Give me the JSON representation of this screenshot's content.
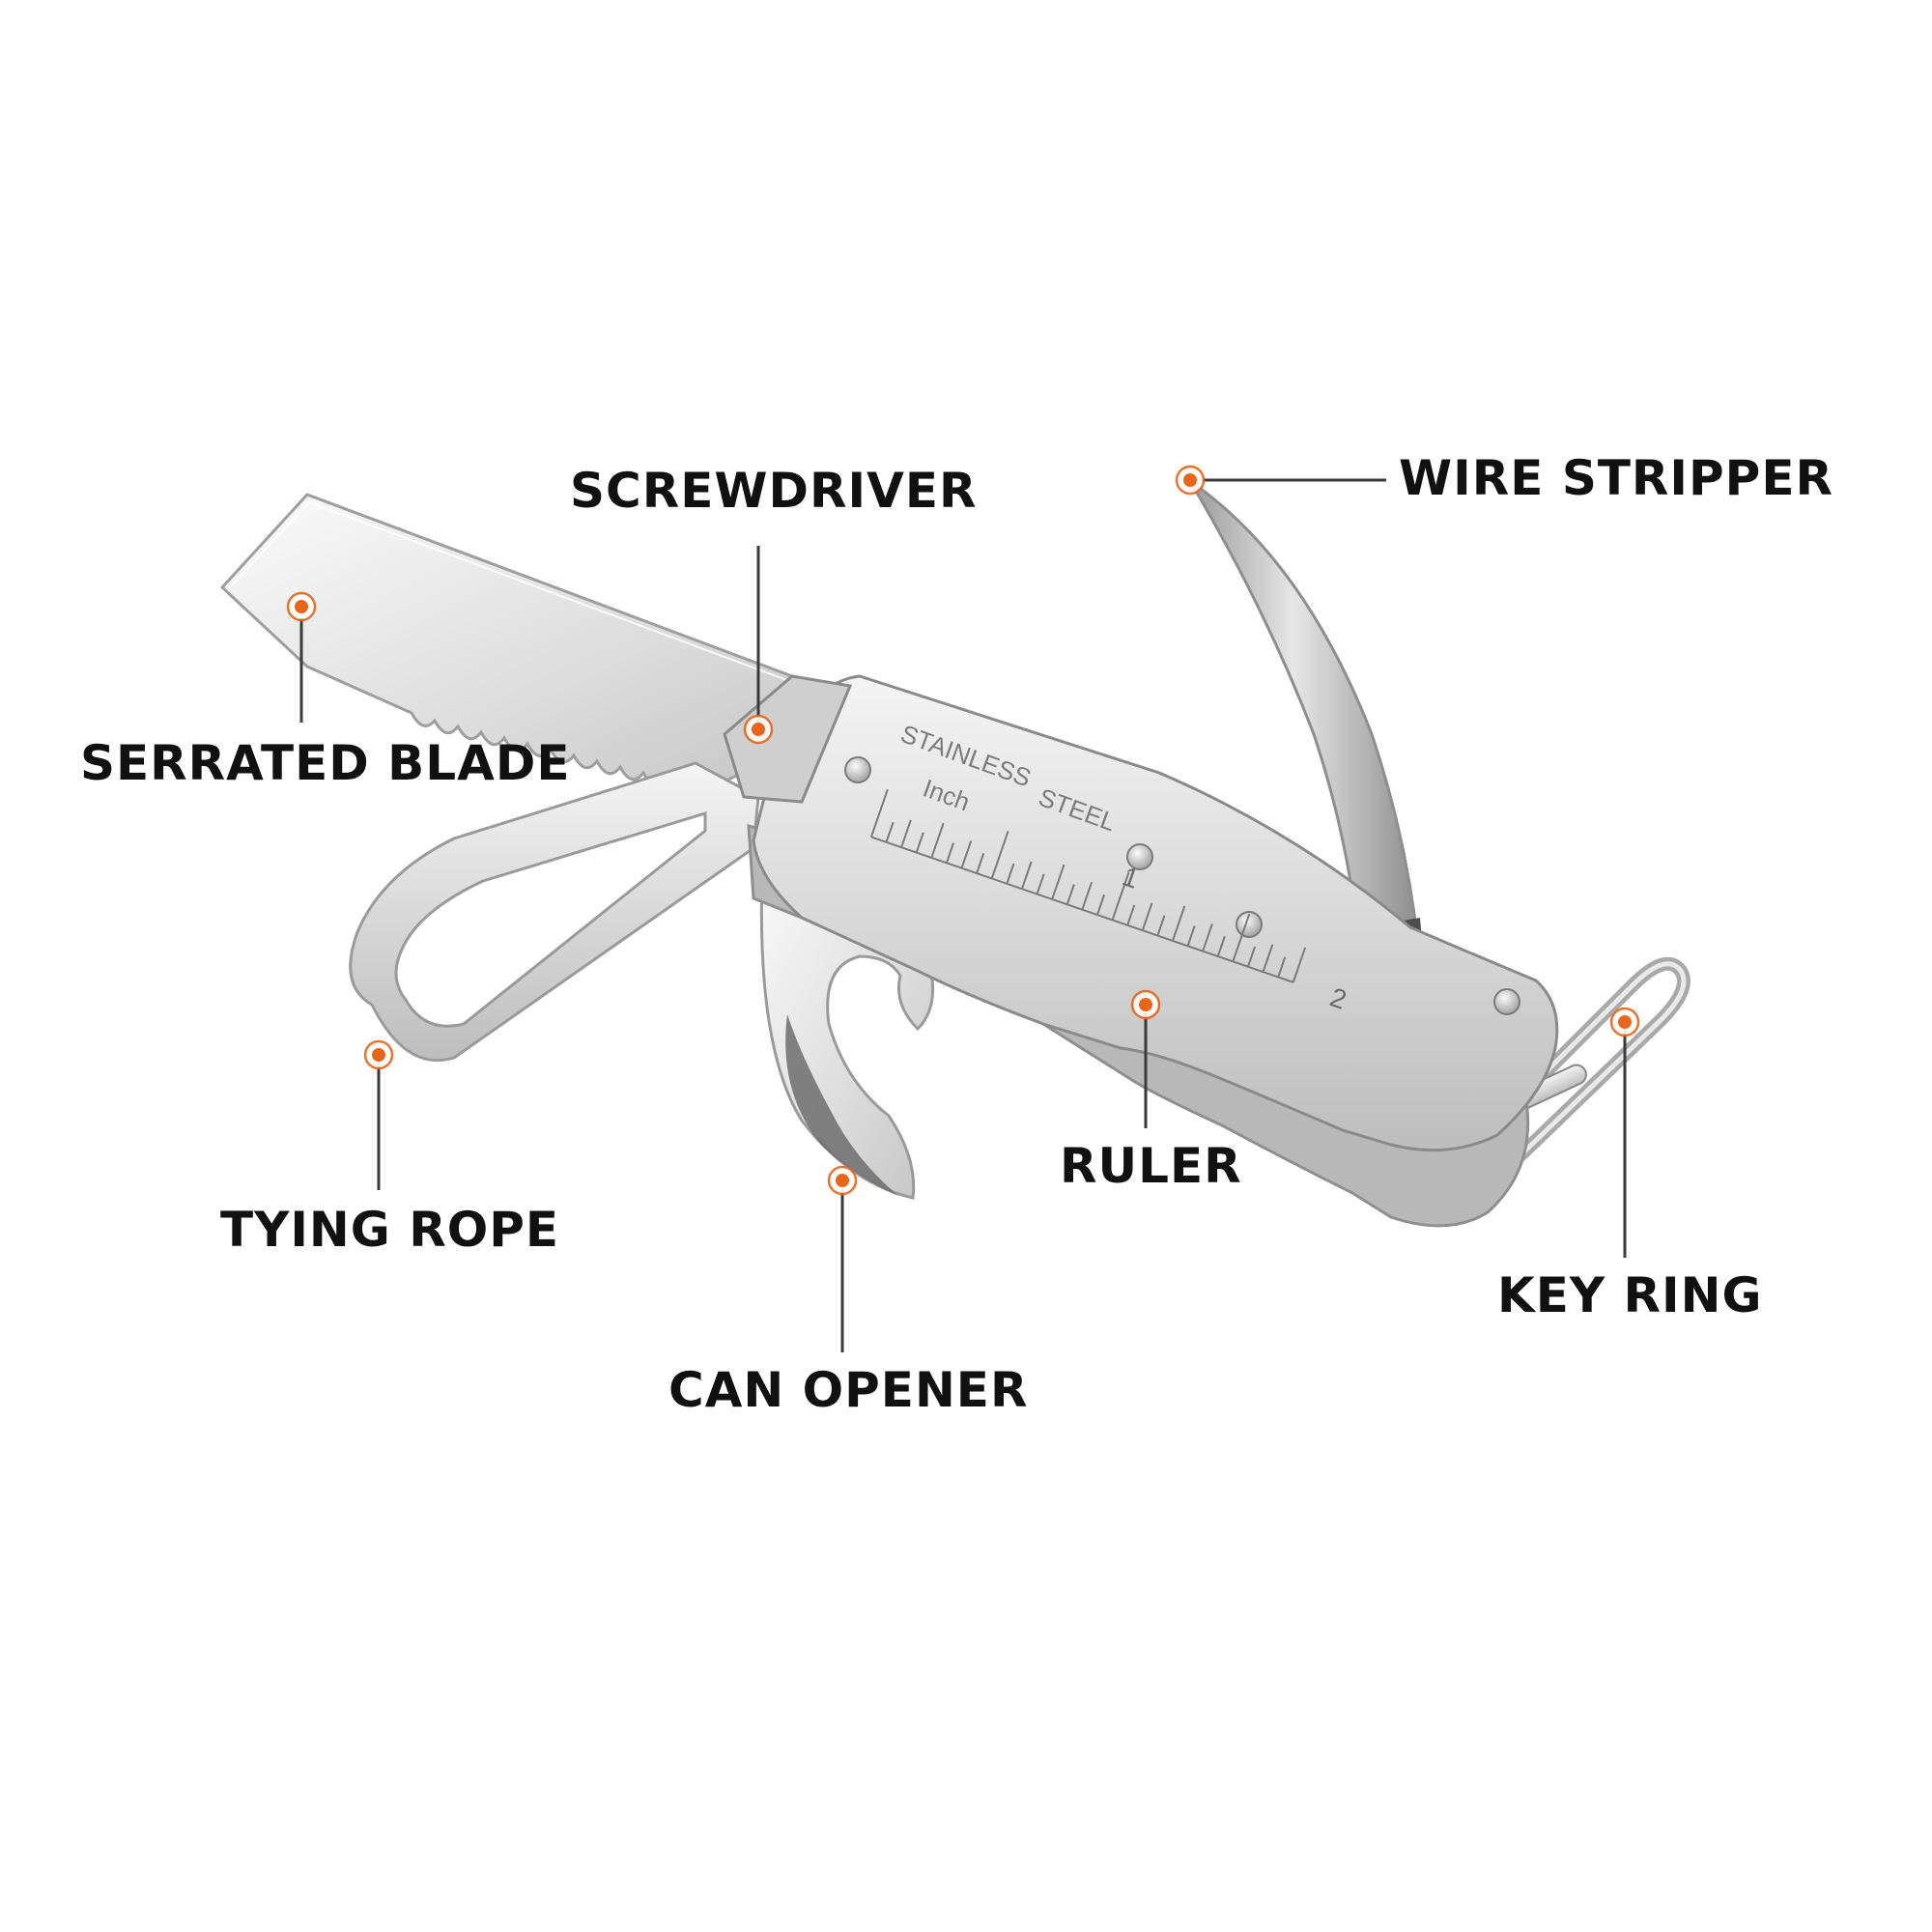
{
  "labels": {
    "serrated_blade": "SERRATED BLADE",
    "screwdriver": "SCREWDRIVER",
    "wire_stripper": "WIRE STRIPPER",
    "tying_rope": "TYING ROPE",
    "can_opener": "CAN OPENER",
    "ruler": "RULER",
    "key_ring": "KEY RING"
  },
  "stamp": {
    "stainless": "STAINLESS",
    "steel": "STEEL",
    "unit": "Inch"
  },
  "ruler_numbers": {
    "one": "1",
    "two": "2"
  },
  "colors": {
    "marker": "#e8651a",
    "label_text": "#111111",
    "leader_line": "#3a3a3a",
    "steel": "#d6d6d6"
  },
  "icons": {
    "marker": "target-dot-icon",
    "tool": "multi-tool-knife-illustration"
  }
}
